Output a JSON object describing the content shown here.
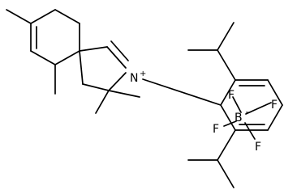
{
  "molecule": {
    "atoms": {
      "nitrogen": "N",
      "boron": "B",
      "fluorine_top_left": "F",
      "fluorine_top_right": "F",
      "fluorine_left": "F",
      "fluorine_bottom": "F"
    },
    "charges": {
      "nitrogen": "+",
      "boron": "−"
    }
  }
}
